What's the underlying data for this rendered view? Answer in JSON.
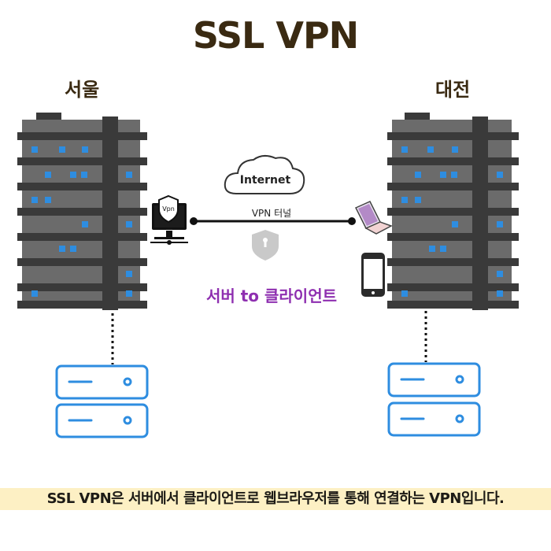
{
  "title": "SSL VPN",
  "left_site": "서울",
  "right_site": "대전",
  "cloud_label": "Internet",
  "tunnel_label": "VPN 터널",
  "vpn_badge": "Vpn",
  "mode_label": "서버 to 클라이언트",
  "caption": "SSL VPN은 서버에서 클라이언트로 웹브라우저를 통해 연결하는 VPN입니다.",
  "colors": {
    "title": "#3a2a12",
    "accent_purple": "#8e2fb0",
    "rack_dark": "#3a3a3a",
    "rack_mid": "#6b6b6b",
    "led_blue": "#2e8de0",
    "storage_blue": "#2e8de0",
    "caption_bg": "#fdf0c4"
  },
  "icons": [
    "server-rack-icon",
    "vpn-shield-monitor-icon",
    "cloud-icon",
    "shield-lock-icon",
    "laptop-icon",
    "smartphone-icon",
    "storage-server-icon"
  ]
}
